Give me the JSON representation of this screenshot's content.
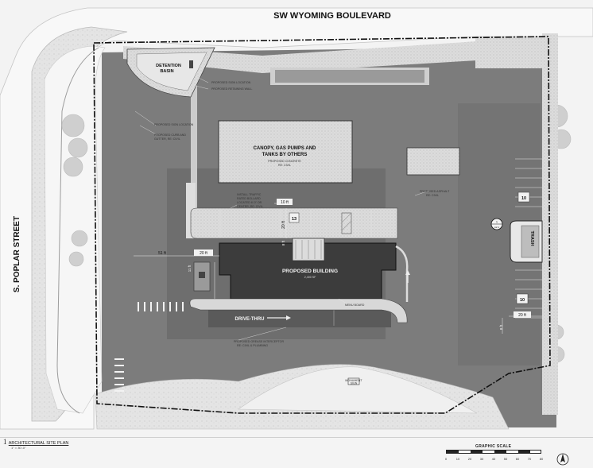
{
  "streets": {
    "north": "SW WYOMING BOULEVARD",
    "west": "S. POPLAR STREET"
  },
  "labels": {
    "detention_basin_1": "DETENTION",
    "detention_basin_2": "BASIN",
    "canopy_1": "CANOPY, GAS PUMPS AND",
    "canopy_2": "TANKS BY OTHERS",
    "canopy_note_1": "PROPOSED CONCRETE",
    "canopy_note_2": "RE: CIVIL",
    "proposed_building": "PROPOSED BUILDING",
    "building_area": "2,400 SF",
    "drive_thru": "DRIVE-THRU",
    "trash": "TRASH"
  },
  "callouts": {
    "sign_location_top": "PROPOSED SIGN LOCATION",
    "retaining_wall": "PROPOSED RETAINING WALL",
    "sign_location_mid": "PROPOSED SIGN LOCATION",
    "curb_gutter_1": "PROPOSED CURB AND",
    "curb_gutter_2": "GUTTER, RE: CIVIL",
    "asphalt_1": "PROPOSED ASPHALT",
    "asphalt_2": "RE: CIVIL",
    "bollard_1": "INSTALL TRAFFIC",
    "bollard_2": "RATED BOLLARD",
    "bollard_3": "LOCATED 6'-0\" OR",
    "bollard_4": "CENTER, RE: CIVIL",
    "menu_board": "MENU BOARD",
    "grease_1": "PROPOSED GREASE INTERCEPTOR",
    "grease_2": "RE: CIVIL & PLUMBING",
    "monument_1": "MONUMENT",
    "monument_2": "SIGN"
  },
  "dimensions": {
    "d10_top": "10 ft",
    "d20_vertical": "20 ft",
    "d8": "8 ft",
    "d51": "51 ft",
    "d20_left": "20 ft",
    "d11": "11 ft",
    "d20_east": "20 ft",
    "d8_east": "8 ft"
  },
  "stall_counts": {
    "front_row": "13",
    "east_upper": "10",
    "east_lower": "10"
  },
  "marker": {
    "number": "1",
    "sheet": "A2.1"
  },
  "sheet": {
    "number": "1",
    "title": "ARCHITECTURAL SITE PLAN",
    "scale_text": "1\" = 30'-0\""
  },
  "graphic_scale": {
    "title": "GRAPHIC SCALE",
    "ticks": [
      "0",
      "10",
      "20",
      "30",
      "40",
      "50",
      "60",
      "70",
      "80"
    ]
  },
  "colors": {
    "pavement": "#7c7c7c",
    "asphalt_dark": "#6a6a6a",
    "sidewalk": "#d4d4d4",
    "building": "#3a3a3a",
    "landscape": "#bdbdbd",
    "background": "#f2f2f2"
  }
}
